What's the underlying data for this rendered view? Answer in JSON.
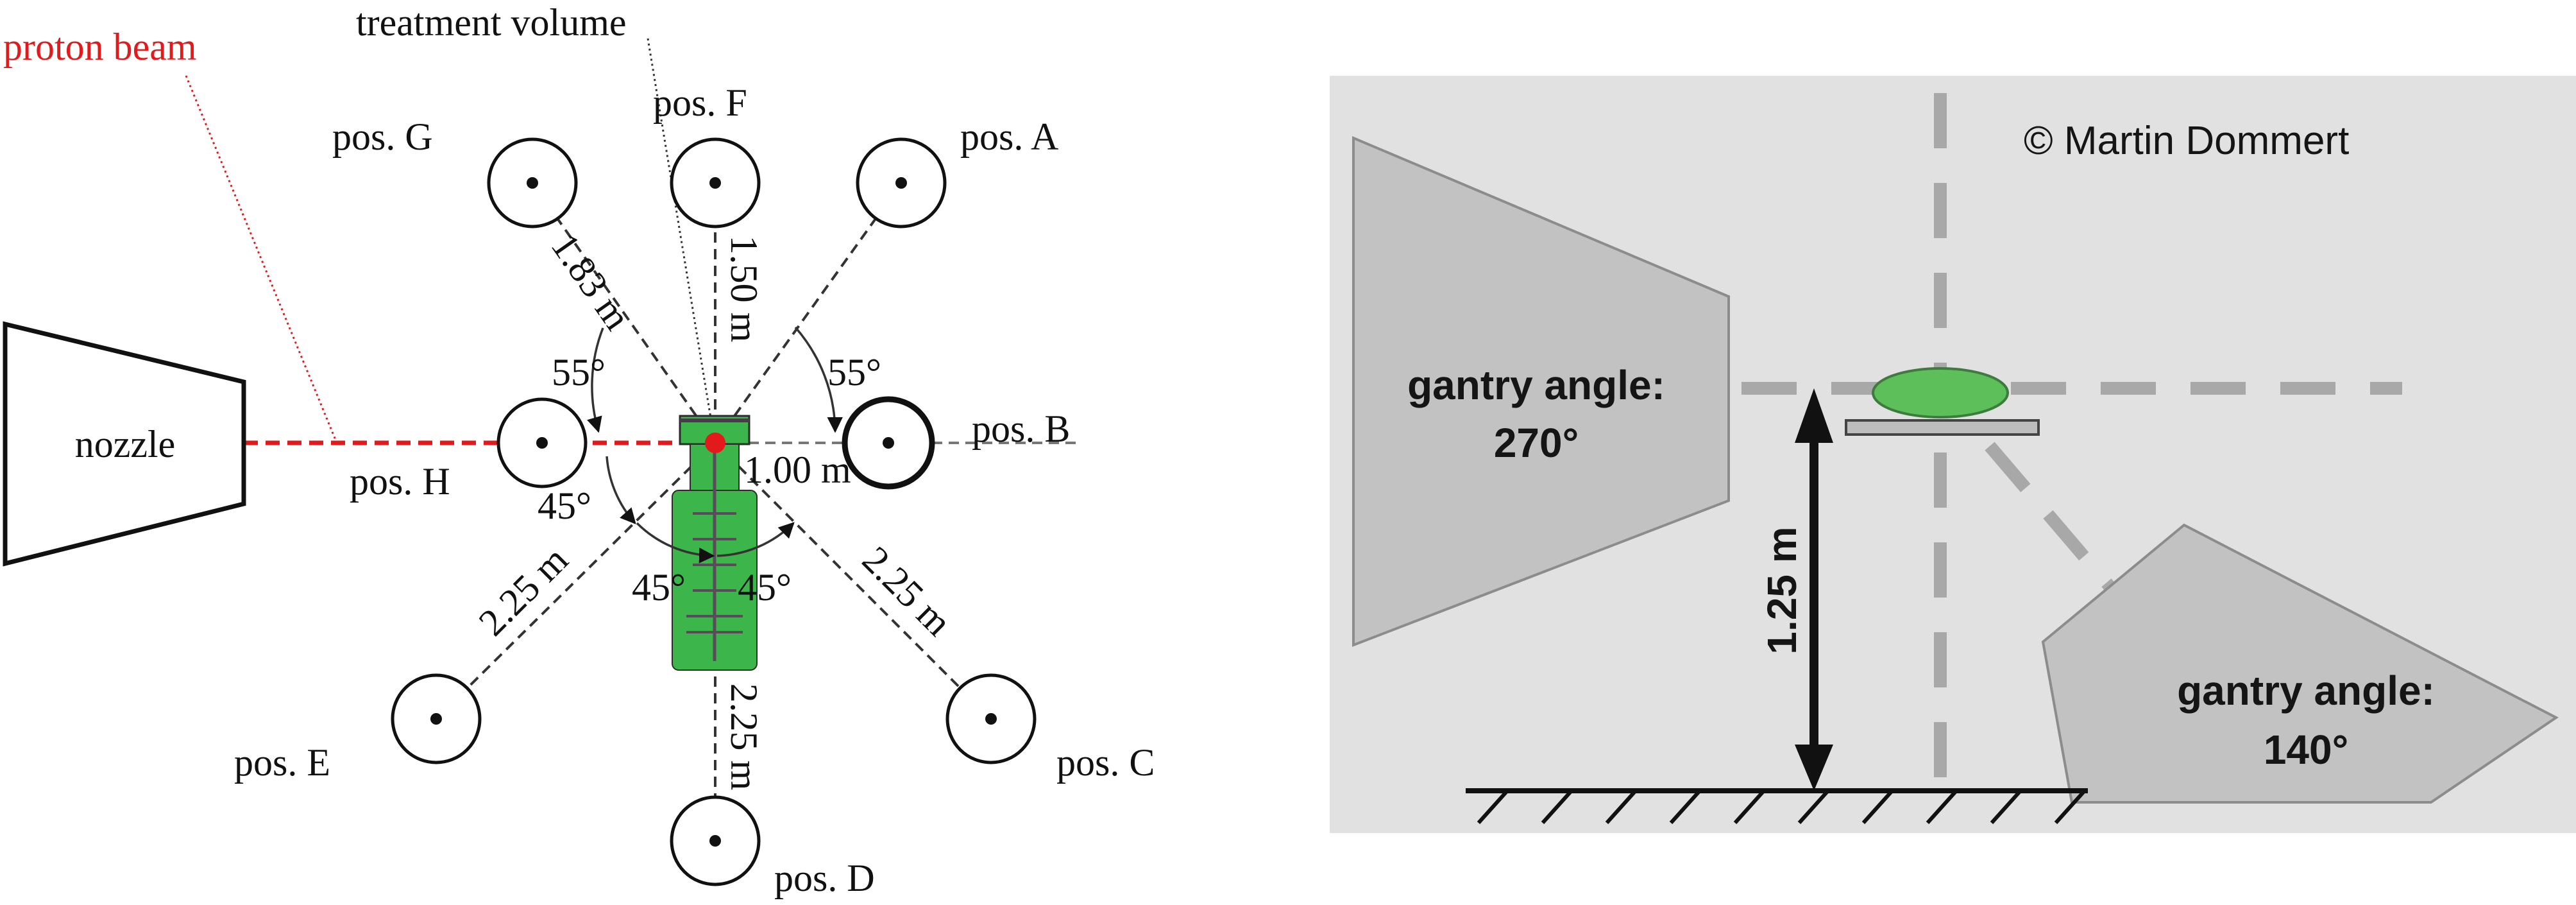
{
  "left_panel": {
    "beam_label": "proton beam",
    "target_label": "treatment volume",
    "nozzle_label": "nozzle",
    "positions": {
      "A": "pos. A",
      "B": "pos. B",
      "C": "pos. C",
      "D": "pos. D",
      "E": "pos. E",
      "F": "pos. F",
      "G": "pos. G",
      "H": "pos. H"
    },
    "distances": {
      "g": "1.83 m",
      "f": "1.50 m",
      "b": "1.00 m",
      "e": "2.25 m",
      "c": "2.25 m",
      "d": "2.25 m"
    },
    "angles": {
      "upper_left": "55°",
      "upper_right": "55°",
      "left": "45°",
      "lower_left": "45°",
      "lower_right": "45°"
    },
    "colors": {
      "beam": "#e31a1c",
      "phantom": "#3cb54a"
    }
  },
  "right_panel": {
    "copyright": "© Martin Dommert",
    "gantry_left_label": "gantry angle:",
    "gantry_left_value": "270°",
    "gantry_right_label": "gantry angle:",
    "gantry_right_value": "140°",
    "height_label": "1.25 m",
    "colors": {
      "background": "#e1e1e1",
      "gantry": "#c2c2c2",
      "dashes": "#a8a8a8",
      "target": "#5cbf5a"
    }
  }
}
